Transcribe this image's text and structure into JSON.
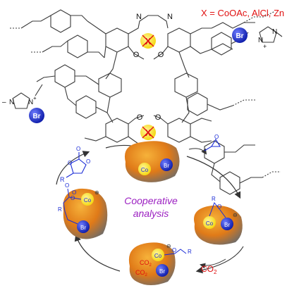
{
  "legend": {
    "x_definition": "X = CoOAc, AlCl, Zn",
    "color": "#e01010"
  },
  "atoms": {
    "N": "N",
    "O": "O",
    "X": "X",
    "plus": "+",
    "methyl": "–",
    "Br": "Br",
    "Co": "Co",
    "R": "R",
    "minus": "⊖",
    "cationic": "⊕"
  },
  "center_label": {
    "line1": "Cooperative",
    "line2": "analysis",
    "color": "#9b1fc1"
  },
  "reagent": {
    "co2": "CO",
    "co2_sub": "2",
    "color": "#e01010"
  },
  "colors": {
    "bond": "#3a3a3a",
    "blue": "#1a2bd6",
    "metal_x": "#ffe600",
    "catalyst": "#e8901e",
    "catalyst_shadow": "#6b6b6b"
  }
}
